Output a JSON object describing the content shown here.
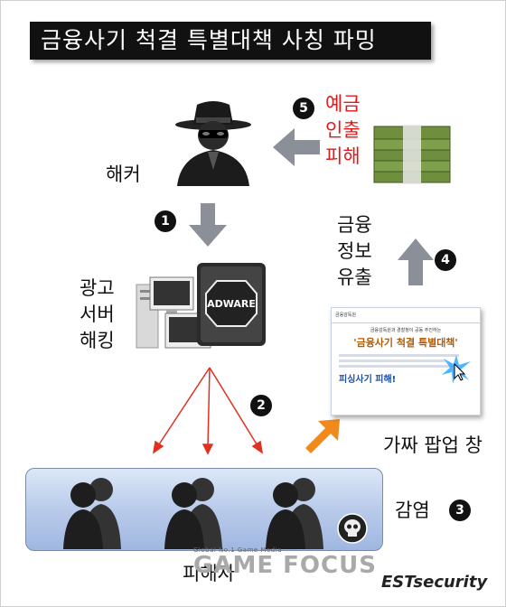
{
  "title": "금융사기 척결 특별대책 사칭 파밍",
  "labels": {
    "hacker": "해커",
    "ad_server": [
      "광고",
      "서버",
      "해킹"
    ],
    "victim": "피해자",
    "withdrawal": [
      "예금",
      "인출",
      "피해"
    ],
    "leak": [
      "금융",
      "정보",
      "유출"
    ],
    "popup": "가짜 팝업 창",
    "infection": "감염"
  },
  "steps": [
    "1",
    "2",
    "3",
    "4",
    "5"
  ],
  "adware_sign": "ADWARE",
  "popup_window": {
    "header": "금융감독원",
    "subtitle": "금융감독원과 경찰청이 공동 추진하는",
    "title": "'금융사기 척결 특별대책'",
    "warning": "피싱사기 피해!"
  },
  "watermark": {
    "tagline": "Global No.1 Game Media",
    "name": "GAME FOCUS"
  },
  "brand": "ESTsecurity",
  "colors": {
    "title_bg": "#111111",
    "alert_red": "#e21818",
    "arrow_gray": "#8a8f98",
    "arrow_red": "#e03020",
    "arrow_orange": "#f08a1c",
    "victim_box": "#b9cbea"
  },
  "icons": [
    "hacker-icon",
    "computer-server-icon",
    "money-stack-icon",
    "skull-icon",
    "person-silhouette-icon"
  ]
}
